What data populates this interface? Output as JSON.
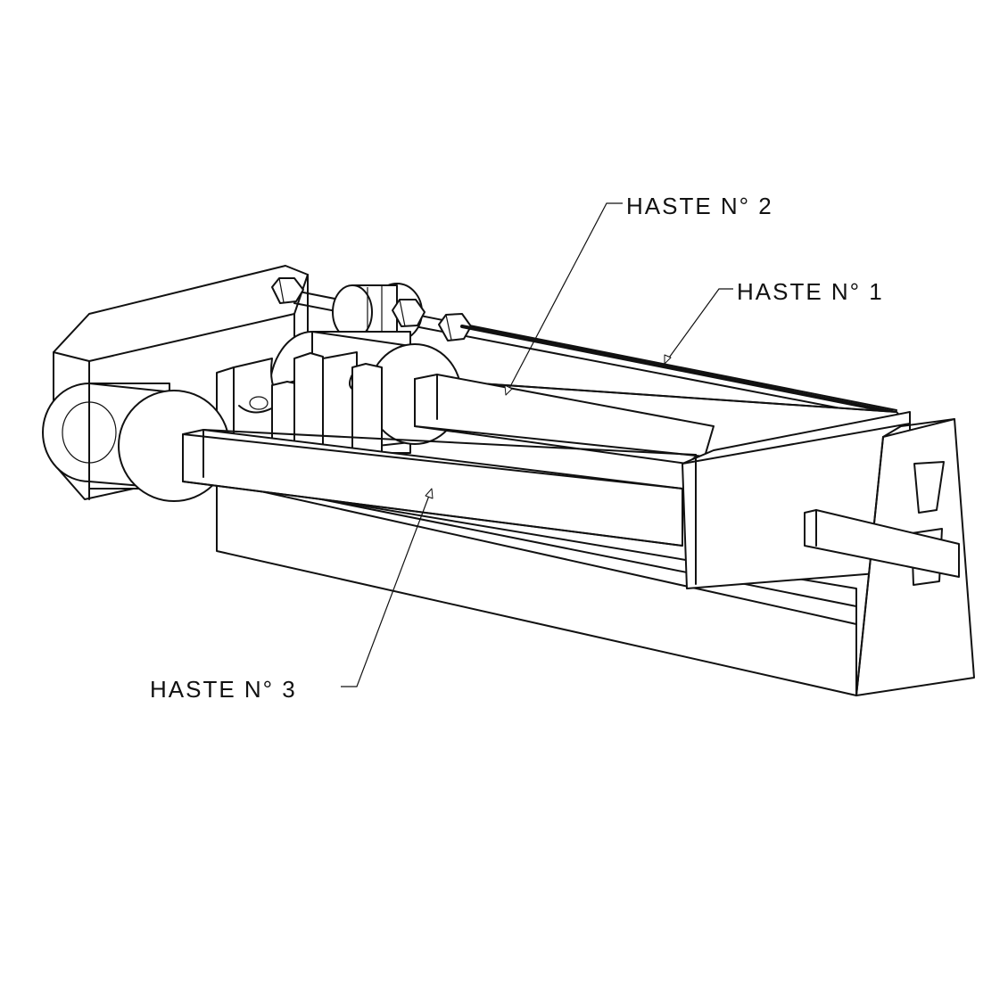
{
  "labels": {
    "haste_2": "HASTE N° 2",
    "haste_1": "HASTE N° 1",
    "haste_3": "HASTE N° 3"
  },
  "colors": {
    "line": "#111111",
    "background": "#ffffff"
  }
}
